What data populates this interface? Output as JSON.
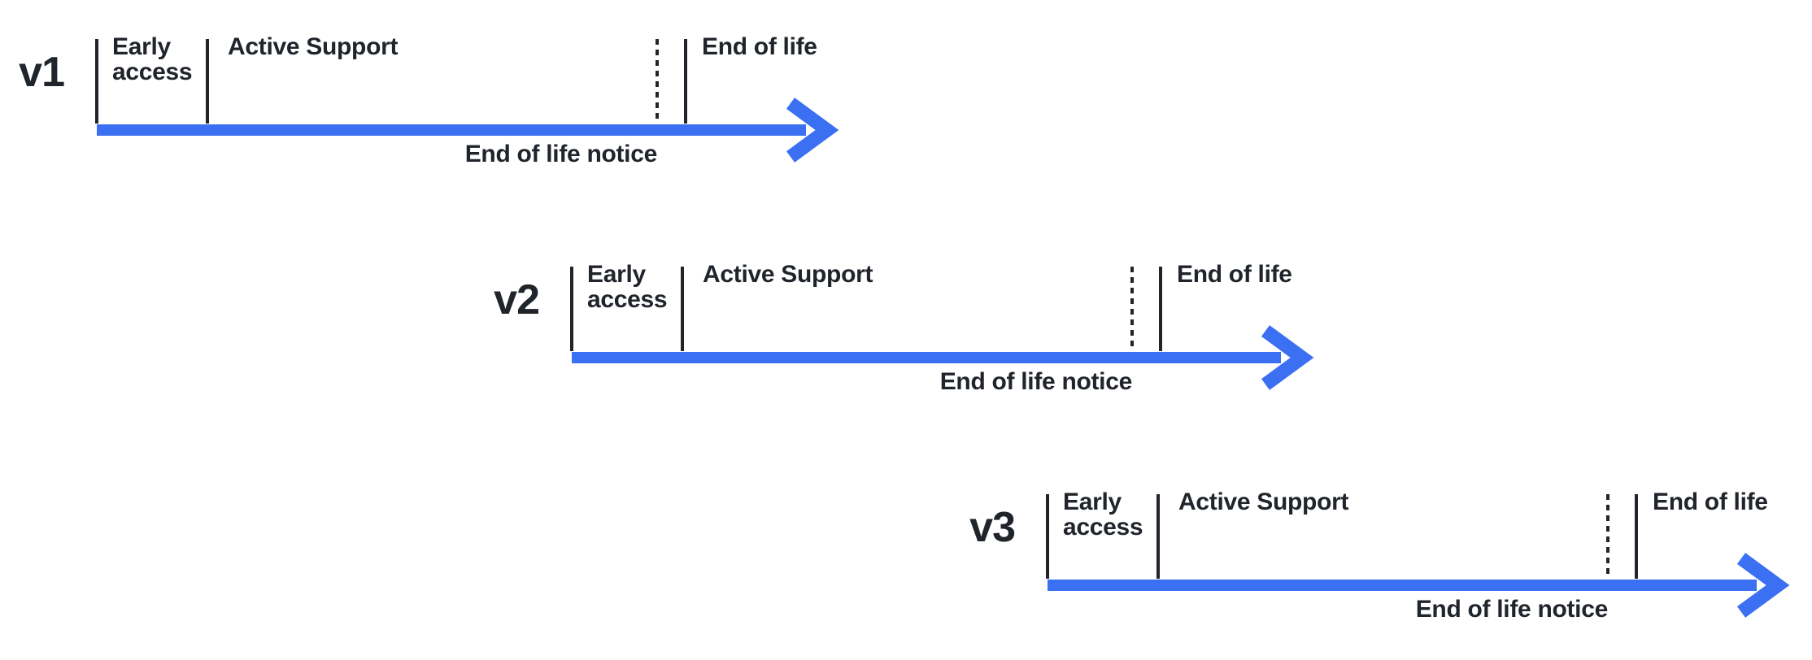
{
  "colors": {
    "accent_blue": "#3c70f3",
    "ink": "#20242b"
  },
  "labels": {
    "early_access": "Early\naccess",
    "active_support": "Active Support",
    "end_of_life": "End of life",
    "end_of_life_notice": "End of life notice"
  },
  "rows": [
    {
      "version": "v1"
    },
    {
      "version": "v2"
    },
    {
      "version": "v3"
    }
  ]
}
